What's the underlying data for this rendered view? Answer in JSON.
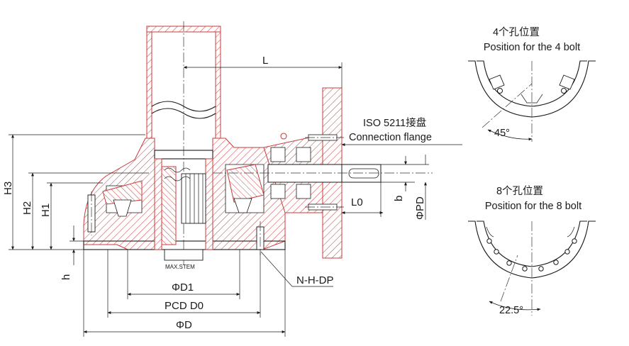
{
  "labels": {
    "L": "L",
    "H3": "H3",
    "H2": "H2",
    "H1": "H1",
    "h": "h",
    "max_stem": "MAX.STEM",
    "D1": "ΦD1",
    "D0": "PCD D0",
    "D": "ΦD",
    "nhdp": "N-H-DP",
    "L0": "L0",
    "b": "b",
    "PD": "ΦPD",
    "flange_cn": "ISO 5211接盘",
    "flange_en": "Connection flange"
  },
  "bolt4": {
    "title_cn": "4个孔位置",
    "title_en": "Position for the 4 bolt",
    "angle": "45°"
  },
  "bolt8": {
    "title_cn": "8个孔位置",
    "title_en": "Position for the 8 bolt",
    "angle": "22.5°"
  },
  "colors": {
    "line": "#1a1a1a",
    "section": "#c93a3a"
  }
}
